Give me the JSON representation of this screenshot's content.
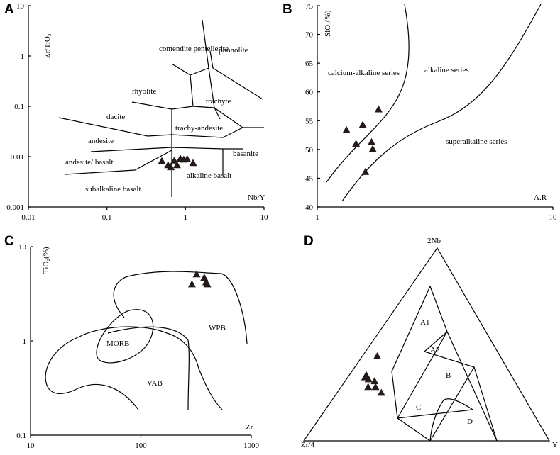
{
  "panel_letters": [
    "A",
    "B",
    "C",
    "D"
  ],
  "chart_data": [
    {
      "panel": "A",
      "type": "scatter",
      "xlabel": "Nb/Y",
      "ylabel": "Zr/TiO₂",
      "x_scale": "log",
      "y_scale": "log",
      "xlim": [
        0.01,
        10
      ],
      "ylim": [
        0.001,
        10
      ],
      "x_ticks": [
        "0.01",
        "0.1",
        "1",
        "10"
      ],
      "y_ticks": [
        "0.001",
        "0.01",
        "0.1",
        "1",
        "10"
      ],
      "field_labels": [
        "comendite pentellerite",
        "phonolite",
        "rhyolite",
        "trachyte",
        "dacite",
        "trachy-andesite",
        "andesite",
        "basanite",
        "andesite/ basalt",
        "alkaline basalt",
        "subalkaline basalt"
      ],
      "points": [
        {
          "x": 0.5,
          "y": 0.0082
        },
        {
          "x": 0.6,
          "y": 0.0068
        },
        {
          "x": 0.65,
          "y": 0.0062
        },
        {
          "x": 0.72,
          "y": 0.0084
        },
        {
          "x": 0.78,
          "y": 0.0068
        },
        {
          "x": 0.86,
          "y": 0.0092
        },
        {
          "x": 0.95,
          "y": 0.0088
        },
        {
          "x": 1.05,
          "y": 0.009
        },
        {
          "x": 1.25,
          "y": 0.0075
        }
      ]
    },
    {
      "panel": "B",
      "type": "scatter",
      "xlabel": "A.R",
      "ylabel": "SiO₂(%)",
      "x_scale": "log",
      "xlim": [
        1,
        10
      ],
      "ylim": [
        40,
        75
      ],
      "x_ticks": [
        "1",
        "10"
      ],
      "y_ticks": [
        "40",
        "45",
        "50",
        "55",
        "60",
        "65",
        "70",
        "75"
      ],
      "field_labels": [
        "calcium-alkaline series",
        "alkaline series",
        "superalkaline series"
      ],
      "points": [
        {
          "x": 1.33,
          "y": 53.4
        },
        {
          "x": 1.46,
          "y": 51.0
        },
        {
          "x": 1.56,
          "y": 54.3
        },
        {
          "x": 1.6,
          "y": 46.1
        },
        {
          "x": 1.7,
          "y": 51.3
        },
        {
          "x": 1.72,
          "y": 50.1
        },
        {
          "x": 1.82,
          "y": 57.0
        }
      ]
    },
    {
      "panel": "C",
      "type": "scatter",
      "xlabel": "Zr",
      "ylabel": "TiO₂(%)",
      "x_scale": "log",
      "y_scale": "log",
      "xlim": [
        10,
        1000
      ],
      "ylim": [
        0.1,
        10
      ],
      "x_ticks": [
        "10",
        "100",
        "1000"
      ],
      "y_ticks": [
        "0.1",
        "1",
        "10"
      ],
      "field_labels": [
        "WPB",
        "MORB",
        "VAB"
      ],
      "points": [
        {
          "x": 290,
          "y": 4.0
        },
        {
          "x": 320,
          "y": 5.1
        },
        {
          "x": 375,
          "y": 4.7
        },
        {
          "x": 390,
          "y": 4.2
        },
        {
          "x": 400,
          "y": 4.0
        }
      ]
    },
    {
      "panel": "D",
      "type": "scatter",
      "vertex_labels": {
        "top": "2Nb",
        "left": "Zr/4",
        "right": "Y"
      },
      "field_labels": [
        "A1",
        "A2",
        "B",
        "C",
        "D"
      ],
      "points": [
        {
          "nb": 0.44,
          "zr": 0.5
        },
        {
          "nb": 0.34,
          "zr": 0.59
        },
        {
          "nb": 0.33,
          "zr": 0.6
        },
        {
          "nb": 0.32,
          "zr": 0.59
        },
        {
          "nb": 0.31,
          "zr": 0.57
        },
        {
          "nb": 0.28,
          "zr": 0.61
        },
        {
          "nb": 0.28,
          "zr": 0.58
        },
        {
          "nb": 0.25,
          "zr": 0.57
        }
      ]
    }
  ]
}
